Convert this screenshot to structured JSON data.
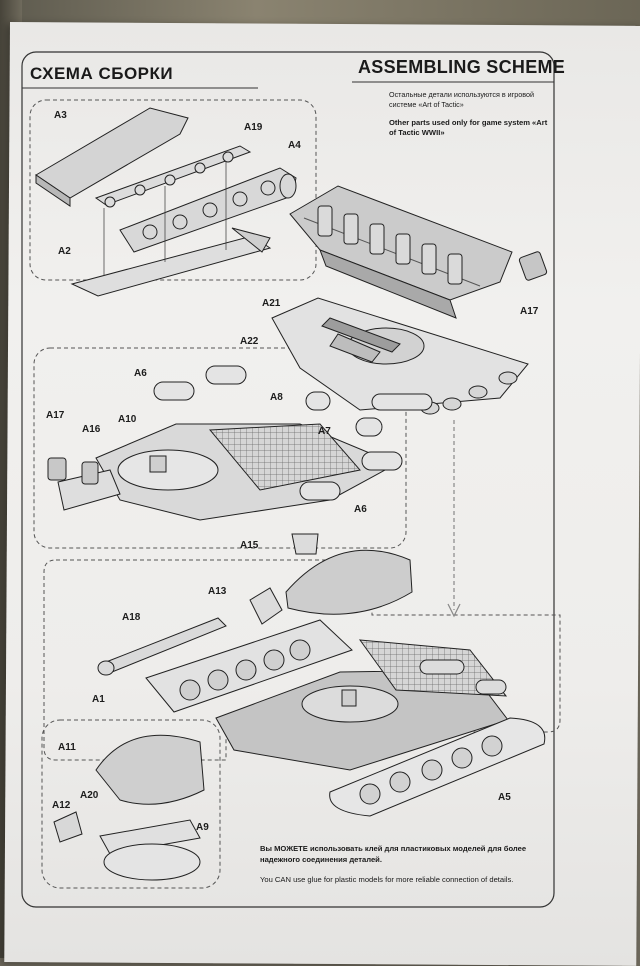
{
  "header": {
    "title_ru": "СХЕМА СБОРКИ",
    "title_en": "ASSEMBLING SCHEME"
  },
  "notes": {
    "other_parts_ru": "Остальные детали используются в игровой системе «Art of Tactic»",
    "other_parts_en": "Other parts used only for game system «Art of Tactic WWII»"
  },
  "glue": {
    "ru": "Вы МОЖЕТЕ использовать клей для пластиковых моделей для более надежного соединения деталей.",
    "en": "You CAN use glue for plastic models for more reliable connection of details."
  },
  "part_labels": {
    "a3": "A3",
    "a19": "A19",
    "a4": "A4",
    "a2": "A2",
    "a17_top": "A17",
    "a21": "A21",
    "a22": "A22",
    "a6_top": "A6",
    "a8": "A8",
    "a7": "A7",
    "a17_left": "A17",
    "a16": "A16",
    "a10": "A10",
    "a6_bottom": "A6",
    "a15": "A15",
    "a13": "A13",
    "a18": "A18",
    "a1": "A1",
    "a11": "A11",
    "a12": "A12",
    "a20": "A20",
    "a9": "A9",
    "a5": "A5"
  },
  "colors": {
    "paper": "#eeedeb",
    "ink": "#1a1a1a",
    "part_fill": "#cfcfcf",
    "frame_dash": "#555555"
  }
}
